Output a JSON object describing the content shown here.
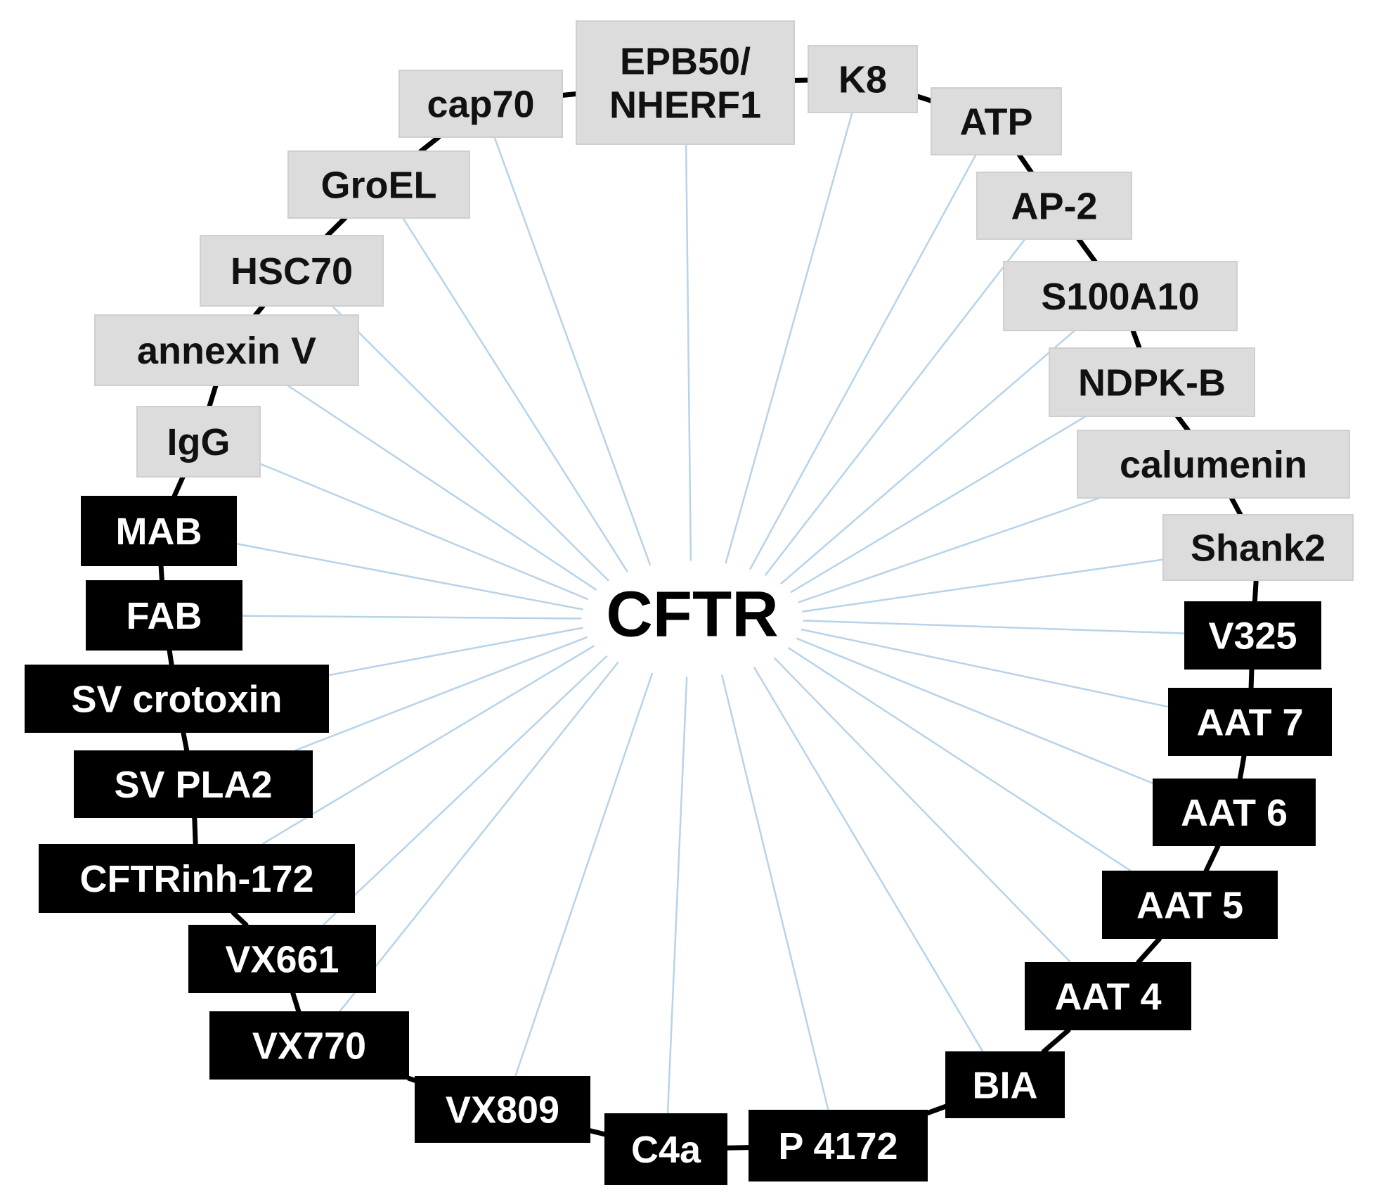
{
  "diagram": {
    "center": {
      "label": "CFTR"
    },
    "colors": {
      "light_node_fill": "#dcdcdc",
      "light_node_text": "#111111",
      "dark_node_fill": "#000000",
      "dark_node_text": "#ffffff",
      "spoke": "#b7d3ea",
      "ring": "#000000"
    },
    "nodes": [
      {
        "id": "epb50",
        "label": "EPB50/\nNHERF1",
        "style": "light"
      },
      {
        "id": "k8",
        "label": "K8",
        "style": "light"
      },
      {
        "id": "atp",
        "label": "ATP",
        "style": "light"
      },
      {
        "id": "ap2",
        "label": "AP-2",
        "style": "light"
      },
      {
        "id": "s100a10",
        "label": "S100A10",
        "style": "light"
      },
      {
        "id": "ndpkb",
        "label": "NDPK-B",
        "style": "light"
      },
      {
        "id": "calumenin",
        "label": "calumenin",
        "style": "light"
      },
      {
        "id": "shank2",
        "label": "Shank2",
        "style": "light"
      },
      {
        "id": "v325",
        "label": "V325",
        "style": "dark"
      },
      {
        "id": "aat7",
        "label": "AAT 7",
        "style": "dark"
      },
      {
        "id": "aat6",
        "label": "AAT 6",
        "style": "dark"
      },
      {
        "id": "aat5",
        "label": "AAT 5",
        "style": "dark"
      },
      {
        "id": "aat4",
        "label": "AAT 4",
        "style": "dark"
      },
      {
        "id": "bia",
        "label": "BIA",
        "style": "dark"
      },
      {
        "id": "p4172",
        "label": "P 4172",
        "style": "dark"
      },
      {
        "id": "c4a",
        "label": "C4a",
        "style": "dark"
      },
      {
        "id": "vx809",
        "label": "VX809",
        "style": "dark"
      },
      {
        "id": "vx770",
        "label": "VX770",
        "style": "dark"
      },
      {
        "id": "vx661",
        "label": "VX661",
        "style": "dark"
      },
      {
        "id": "cftrinh172",
        "label": "CFTRinh-172",
        "style": "dark"
      },
      {
        "id": "svpla2",
        "label": "SV PLA2",
        "style": "dark"
      },
      {
        "id": "svcrotoxin",
        "label": "SV crotoxin",
        "style": "dark"
      },
      {
        "id": "fab",
        "label": "FAB",
        "style": "dark"
      },
      {
        "id": "mab",
        "label": "MAB",
        "style": "dark"
      },
      {
        "id": "igg",
        "label": "IgG",
        "style": "light"
      },
      {
        "id": "annexinv",
        "label": "annexin V",
        "style": "light"
      },
      {
        "id": "hsc70",
        "label": "HSC70",
        "style": "light"
      },
      {
        "id": "groel",
        "label": "GroEL",
        "style": "light"
      },
      {
        "id": "cap70",
        "label": "cap70",
        "style": "light"
      }
    ]
  }
}
